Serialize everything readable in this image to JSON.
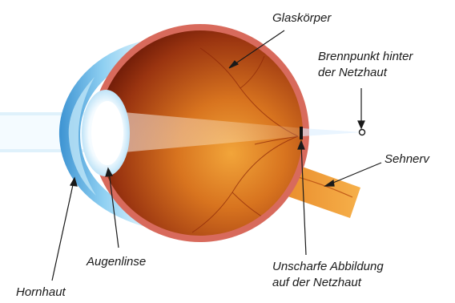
{
  "labels": {
    "vitreous": "Glaskörper",
    "focal_point_line1": "Brennpunkt hinter",
    "focal_point_line2": "der Netzhaut",
    "optic_nerve": "Sehnerv",
    "blurred_image_line1": "Unscharfe Abbildung",
    "blurred_image_line2": "auf der Netzhaut",
    "lens": "Augenlinse",
    "cornea": "Hornhaut"
  },
  "colors": {
    "sclera": "#d86a5c",
    "cornea": "#6fb7e6",
    "eye_interior_light": "#e4892b",
    "eye_interior_dark": "#6e1606",
    "optic_nerve": "#f0a13c",
    "lens": "#ffffff",
    "pointer": "#1a1a1a"
  }
}
